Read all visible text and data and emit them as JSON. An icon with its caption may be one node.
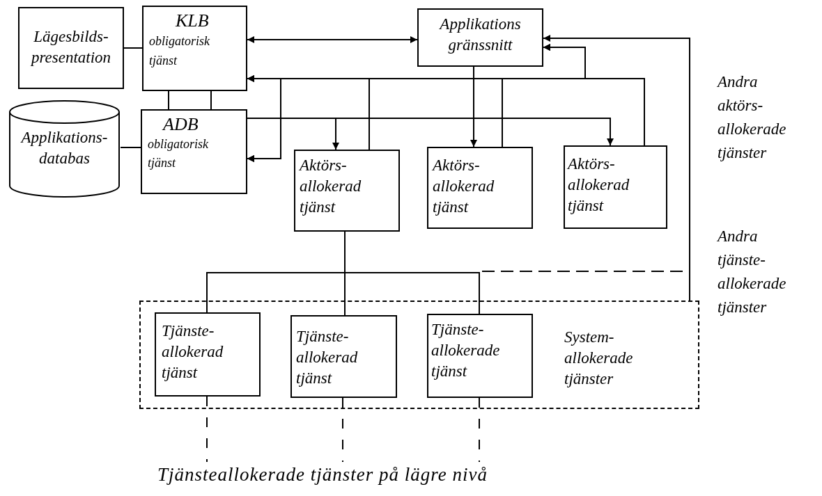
{
  "diagram": {
    "nodes": [
      {
        "text": [
          "Lägesbilds-presentation"
        ]
      },
      {
        "text": [
          "KLB",
          "obligatorisk tjänst"
        ]
      },
      {
        "text": [
          "Applikations gränssnitt"
        ]
      },
      {
        "text": [
          "Applikations-databas"
        ]
      },
      {
        "text": [
          "ADB",
          "obligatorisk tjänst"
        ]
      },
      {
        "text": [
          "Aktörs-allokerad tjänst"
        ]
      },
      {
        "text": [
          "Aktörs-allokerad tjänst"
        ]
      },
      {
        "text": [
          "Aktörs-allokerad tjänst"
        ]
      },
      {
        "text": [
          "System-allokerade tjänster"
        ]
      },
      {
        "text": [
          "Tjänste-allokerad tjänst"
        ],
        "in": 8
      },
      {
        "text": [
          "Tjänste-allokerad tjänst"
        ],
        "in": 8
      },
      {
        "text": [
          "Tjänste-allokerade tjänst"
        ],
        "in": 8
      },
      {
        "text": [
          "Tjänsteallokerade tjänster på lägre nivå"
        ]
      }
    ],
    "edges": [
      {
        "from": 0,
        "to": 1,
        "arrow": "none"
      },
      {
        "from": 1,
        "to": 2,
        "arrow": "both"
      },
      {
        "from": 1,
        "to": 4,
        "arrow": "none"
      },
      {
        "from": 1,
        "to": 4,
        "arrow": "none"
      },
      {
        "from": 3,
        "to": 4,
        "arrow": "none"
      },
      {
        "from": 5,
        "to": 1,
        "arrow": "to"
      },
      {
        "from": 6,
        "to": 1,
        "arrow": "to"
      },
      {
        "from": 7,
        "to": 1,
        "arrow": "to"
      },
      {
        "from": 5,
        "to": 4,
        "arrow": "to"
      },
      {
        "from": 6,
        "to": 4,
        "arrow": "to"
      },
      {
        "from": 7,
        "to": 4,
        "arrow": "to"
      },
      {
        "from": 5,
        "to": 2,
        "arrow": "to"
      },
      {
        "from": 6,
        "to": 2,
        "arrow": "to"
      },
      {
        "from": 7,
        "to": 2,
        "arrow": "to"
      },
      {
        "from": 4,
        "to": 5,
        "arrow": "to"
      },
      {
        "from": 4,
        "to": 7,
        "arrow": "to"
      },
      {
        "from": 2,
        "to": 6,
        "arrow": "to"
      },
      {
        "from": 8,
        "to": 2,
        "arrow": "to"
      },
      {
        "from": 5,
        "to": 9,
        "arrow": "none"
      },
      {
        "from": 5,
        "to": 10,
        "arrow": "none"
      },
      {
        "from": 5,
        "to": 11,
        "arrow": "none"
      },
      {
        "from": 9,
        "to": 12,
        "arrow": "none",
        "style": "dashed"
      },
      {
        "from": 10,
        "to": 12,
        "arrow": "none",
        "style": "dashed"
      },
      {
        "from": 11,
        "to": 12,
        "arrow": "none",
        "style": "dashed"
      }
    ],
    "labels": [
      "Andra aktörs-allokerade tjänster",
      "Andra tjänste-allokerade tjänster"
    ]
  }
}
